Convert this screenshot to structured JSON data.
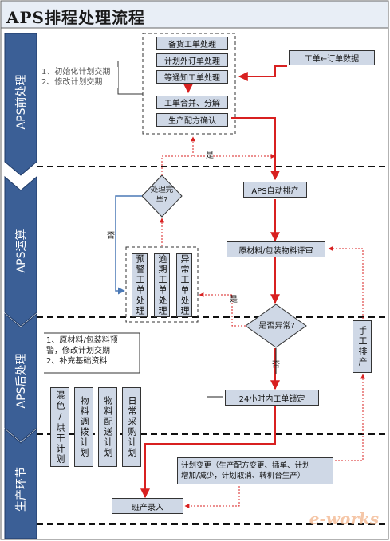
{
  "title": "APS排程处理流程",
  "phases": [
    "APS前处理",
    "APS运算",
    "APS后处理",
    "生产环节"
  ],
  "pre": {
    "boxes": [
      "备货工单处理",
      "计划外订单处理",
      "等通知工单处理",
      "工单合并、分解",
      "生产配方确认"
    ],
    "note": [
      "1、初始化计划交期",
      "2、修改计划交期"
    ],
    "order_data": "工单←订单数据"
  },
  "calc": {
    "auto": "APS自动排产",
    "review": "原材料/包装物料评审",
    "decision": "处理完毕?",
    "exception": "是否异常?",
    "vboxes": [
      "预警工单处理",
      "逾期工单处理",
      "异常工单处理"
    ],
    "manual": "手工排产",
    "yes1": "是",
    "yes2": "是",
    "no1": "否",
    "no2": "否"
  },
  "post": {
    "lock": "24小时内工单锁定",
    "note": [
      "1、原材料/包装料预",
      "警，修改计划交期",
      "2、补充基础资料"
    ],
    "vboxes": [
      "混色/烘干计划",
      "物料调拨计划",
      "物料配送计划",
      "日常采购计划"
    ]
  },
  "prod": {
    "change": [
      "计划变更（生产配方变更、插单、计划",
      "增加/减少，计划取消、转机台生产）"
    ],
    "shift": "班产录入"
  },
  "watermark": "e-works"
}
